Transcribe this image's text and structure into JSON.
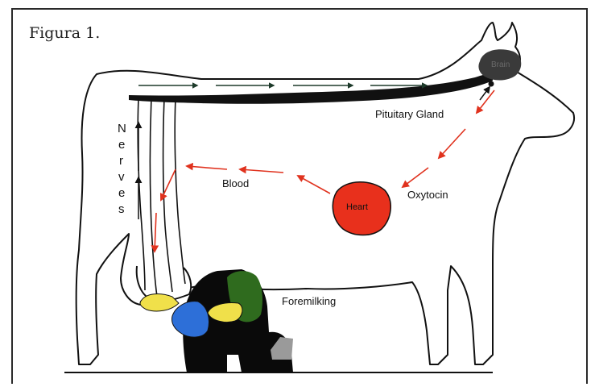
{
  "figure": {
    "label": "Figura 1."
  },
  "labels": {
    "brain": "Brain",
    "pituitary": "Pituitary Gland",
    "heart": "Heart",
    "oxytocin": "Oxytocin",
    "blood": "Blood",
    "nerves": "Nerves",
    "foremilking": "Foremilking"
  },
  "colors": {
    "outline": "#111111",
    "arrow_red": "#e0321e",
    "heart_red": "#e8301c",
    "brain_dark": "#3a3a3a",
    "hand_blue": "#2d6fd8",
    "cloth_yellow": "#f0e04a",
    "shirt_green": "#2f6b1e",
    "pants_black": "#0a0a0a",
    "boot_gray": "#9a9a9a"
  }
}
